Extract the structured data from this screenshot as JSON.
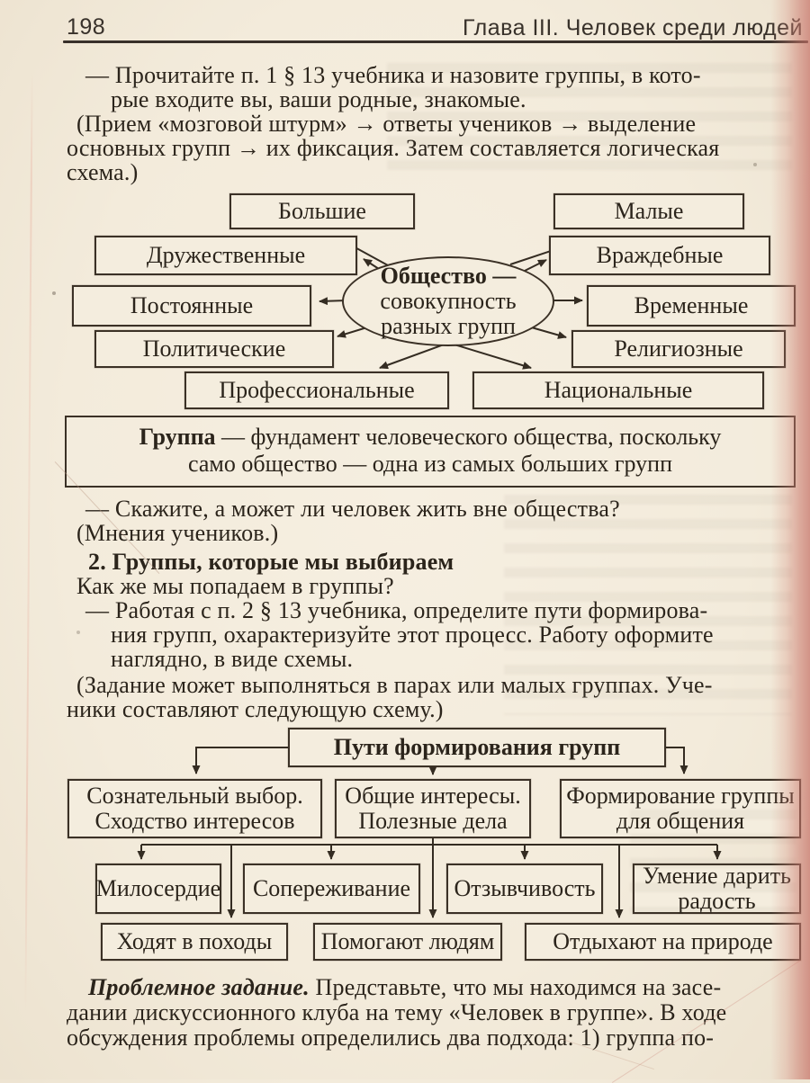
{
  "theme": {
    "paper": "#f3ebdb",
    "ink": "#2b241b",
    "line": "#3b3126",
    "edge_pink": "#c67268"
  },
  "page": {
    "number": "198",
    "chapter": "Глава III. Человек среди людей"
  },
  "intro": {
    "lines": [
      "— Прочитайте п. 1 § 13 учебника и назовите группы, в кото-",
      "рые входите вы, ваши родные, знакомые.",
      "(Прием «мозговой штурм» → ответы учеников → выделение",
      "основных групп → их фиксация. Затем составляется логическая",
      "схема.)"
    ]
  },
  "scheme1": {
    "center": {
      "bold": "Общество —",
      "line2": "совокупность",
      "line3": "разных групп"
    },
    "boxes": {
      "b1": "Большие",
      "b2": "Малые",
      "b3": "Дружественные",
      "b4": "Враждебные",
      "b5": "Постоянные",
      "b6": "Временные",
      "b7": "Политические",
      "b8": "Религиозные",
      "b9": "Профессиональные",
      "b10": "Национальные"
    }
  },
  "definition": {
    "term": "Группа",
    "line1_rest": " — фундамент человеческого общества, поскольку",
    "line2": "само общество — одна из самых больших групп"
  },
  "middle": {
    "q1": "— Скажите, а может ли человек жить вне общества?",
    "note1": "(Мнения учеников.)",
    "heading": "2. Группы, которые мы выбираем",
    "q2": "Как же мы попадаем в группы?",
    "task": [
      "— Работая с п. 2 § 13 учебника, определите пути формирова-",
      "ния групп, охарактеризуйте этот процесс. Работу оформите",
      "наглядно, в виде схемы."
    ],
    "note2": [
      "(Задание может выполняться в парах или малых группах. Уче-",
      "ники составляют следующую схему.)"
    ]
  },
  "scheme2": {
    "root": "Пути формирования групп",
    "l2_1": "Сознательный выбор. Сходство интересов",
    "l2_2": "Общие интересы. Полезные дела",
    "l2_3": "Формирование группы для общения",
    "l3_1": "Милосердие",
    "l3_2": "Сопереживание",
    "l3_3": "Отзывчивость",
    "l3_4": "Умение дарить радость",
    "l4_1": "Ходят в походы",
    "l4_2": "Помогают людям",
    "l4_3": "Отдыхают на природе"
  },
  "problem": {
    "lead": "Проблемное задание.",
    "l1_rest": " Представьте, что мы находимся на засе-",
    "l2": "дании дискуссионного клуба на тему «Человек в группе». В ходе",
    "l3": "обсуждения проблемы определились два подхода: 1) группа по-"
  }
}
